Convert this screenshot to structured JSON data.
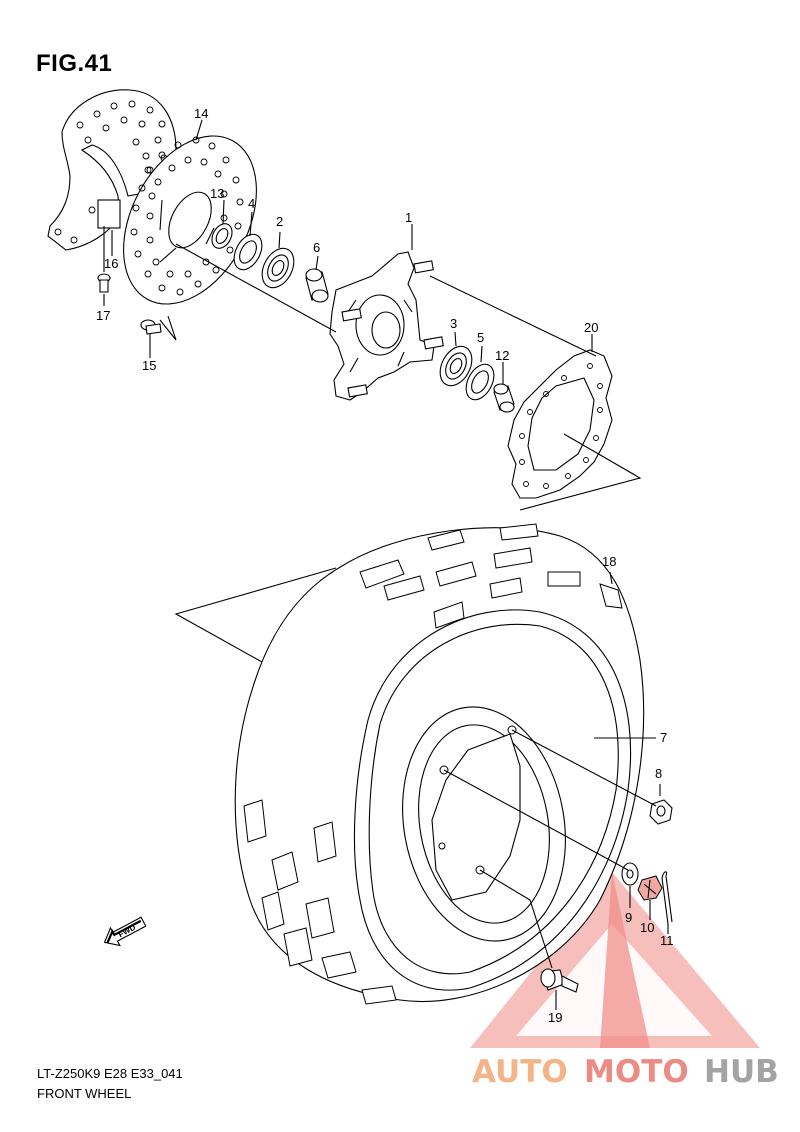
{
  "figure": {
    "title": "FIG.41",
    "model_code": "LT-Z250K9 E28 E33_041",
    "section_name": "FRONT WHEEL"
  },
  "callouts": [
    {
      "key": "c1",
      "label": "1"
    },
    {
      "key": "c2",
      "label": "2"
    },
    {
      "key": "c3",
      "label": "3"
    },
    {
      "key": "c4",
      "label": "4"
    },
    {
      "key": "c5",
      "label": "5"
    },
    {
      "key": "c6",
      "label": "6"
    },
    {
      "key": "c7",
      "label": "7"
    },
    {
      "key": "c8",
      "label": "8"
    },
    {
      "key": "c9",
      "label": "9"
    },
    {
      "key": "c10",
      "label": "10"
    },
    {
      "key": "c11",
      "label": "11"
    },
    {
      "key": "c12",
      "label": "12"
    },
    {
      "key": "c13",
      "label": "13"
    },
    {
      "key": "c14",
      "label": "14"
    },
    {
      "key": "c15",
      "label": "15"
    },
    {
      "key": "c16",
      "label": "16"
    },
    {
      "key": "c17",
      "label": "17"
    },
    {
      "key": "c18",
      "label": "18"
    },
    {
      "key": "c19",
      "label": "19"
    },
    {
      "key": "c20",
      "label": "20"
    }
  ],
  "fwd_marker": "FWD",
  "watermark": {
    "part1": "AUTO",
    "part2": "MOTO",
    "part3": "HUB",
    "color_auto": "#f5b488",
    "color_moto": "#ec8b86",
    "color_hub": "#a3a3a3",
    "triangle_color": "#ef8a85"
  }
}
